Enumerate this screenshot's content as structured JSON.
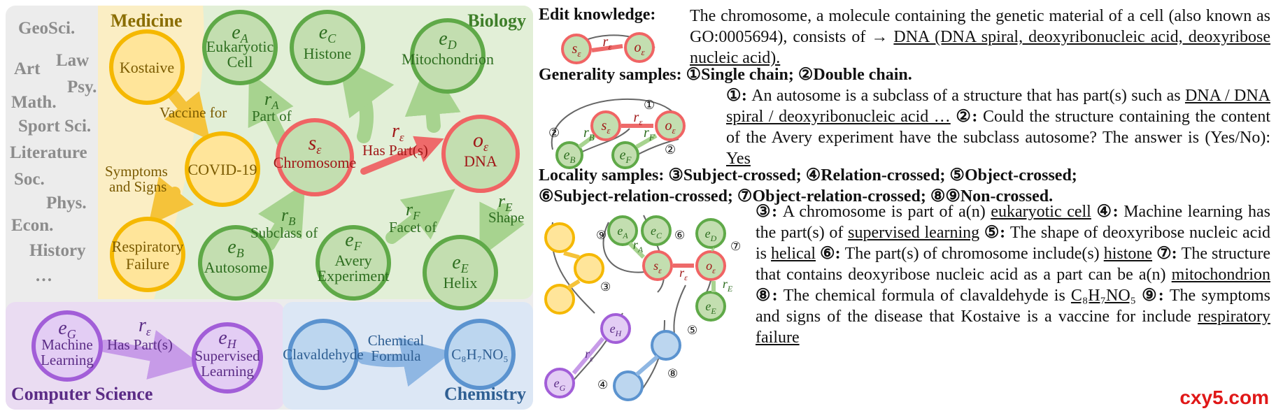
{
  "left": {
    "region_labels": {
      "medicine": "Medicine",
      "biology": "Biology",
      "computer_science": "Computer Science",
      "chemistry": "Chemistry"
    },
    "domains": [
      "GeoSci.",
      "Art",
      "Law",
      "Psy.",
      "Math.",
      "Sport Sci.",
      "Literature",
      "Soc.",
      "Phys.",
      "Econ.",
      "History",
      "…"
    ],
    "nodes": {
      "kostaive": "Kostaive",
      "covid": "COVID-19",
      "resp": "Respiratory",
      "resp2": "Failure",
      "eA_sym": "e",
      "eA_sub": "A",
      "eA_1": "Eukaryotic",
      "eA_2": "Cell",
      "eC_sym": "e",
      "eC_sub": "C",
      "eC_1": "Histone",
      "eD_sym": "e",
      "eD_sub": "D",
      "eD_1": "Mitochondrion",
      "s_sym": "s",
      "s_sub": "ε",
      "s_1": "Chromosome",
      "o_sym": "o",
      "o_sub": "ε",
      "o_1": "DNA",
      "eB_sym": "e",
      "eB_sub": "B",
      "eB_1": "Autosome",
      "eF_sym": "e",
      "eF_sub": "F",
      "eF_1": "Avery",
      "eF_2": "Experiment",
      "eE_sym": "e",
      "eE_sub": "E",
      "eE_1": "Helix",
      "eG_sym": "e",
      "eG_sub": "G",
      "eG_1": "Machine",
      "eG_2": "Learning",
      "eH_sym": "e",
      "eH_sub": "H",
      "eH_1": "Supervised",
      "eH_2": "Learning",
      "clav": "Clavaldehyde",
      "formula": "C₈H₇NO₅"
    },
    "edges": {
      "vaccine_for": "Vaccine for",
      "symptoms_1": "Symptoms",
      "symptoms_2": "and Signs",
      "rA_sym": "r",
      "rA_sub": "A",
      "part_of": "Part of",
      "re_sym": "r",
      "re_sub": "ε",
      "has_parts": "Has Part(s)",
      "rB_sym": "r",
      "rB_sub": "B",
      "subclass_of": "Subclass of",
      "rF_sym": "r",
      "rF_sub": "F",
      "facet_of": "Facet of",
      "rE_sym": "r",
      "rE_sub": "E",
      "shape": "Shape",
      "cs_re_sym": "r",
      "cs_re_sub": "ε",
      "cs_has_parts": "Has Part(s)",
      "chem_1": "Chemical",
      "chem_2": "Formula"
    }
  },
  "right": {
    "edit_title": "Edit knowledge:",
    "edit_text_1": "The chromosome, a molecule containing the genetic material of a cell (also known as GO:0005694), consists of → ",
    "edit_text_answer": "DNA (DNA spiral, deoxyribonucleic acid, deoxyribose nucleic acid).",
    "gen_title": "Generality samples: ",
    "gen_c1": "①Single chain; ",
    "gen_c2": "②Double chain.",
    "gen_p_1": "①: ",
    "gen_p_2": "An autosome is a subclass of a structure that has part(s) such as ",
    "gen_p_3": "DNA / DNA spiral / deoxyribonucleic acid …",
    "gen_p_4": "  ②: ",
    "gen_p_5": "Could the structure containing the content of the Avery experiment have the subclass autosome? The answer is (Yes/No): ",
    "gen_p_6": "Yes",
    "loc_title": "Locality samples: ",
    "loc_line1": "③Subject-crossed; ④Relation-crossed; ⑤Object-crossed;",
    "loc_line2": "⑥Subject-relation-crossed; ⑦Object-relation-crossed; ⑧⑨Non-crossed.",
    "loc_p": [
      {
        "k": "③: ",
        "t": "A chromosome is part of a(n) ",
        "a": "eukaryotic cell"
      },
      {
        "k": "  ④: ",
        "t": "Machine learning has the part(s) of ",
        "a": "supervised learning"
      },
      {
        "k": "  ⑤: ",
        "t": "The shape of deoxyribose nucleic acid is ",
        "a": "helical"
      },
      {
        "k": "  ⑥: ",
        "t": "The part(s) of chromosome include(s) ",
        "a": "histone"
      },
      {
        "k": "  ⑦: ",
        "t": "The structure that contains deoxyribose nucleic acid as a part can be a(n) ",
        "a": "mitochondrion"
      },
      {
        "k": " ⑧: ",
        "t": "The chemical formula of clavaldehyde is ",
        "a": "C₈H₇NO₅"
      },
      {
        "k": "  ⑨: ",
        "t": "The symptoms and signs of the disease that Kostaive is a vaccine for include ",
        "a": "respiratory failure"
      }
    ],
    "mini": {
      "s_sym": "s",
      "s_sub": "ε",
      "r_sym": "r",
      "r_sub": "ε",
      "o_sym": "o",
      "o_sub": "ε",
      "eB_sym": "e",
      "eB_sub": "B",
      "eF_sym": "e",
      "eF_sub": "F",
      "rB_sym": "r",
      "rB_sub": "B",
      "rF_sym": "r",
      "rF_sub": "F",
      "eA_sym": "e",
      "eA_sub": "A",
      "eC_sym": "e",
      "eC_sub": "C",
      "eD_sym": "e",
      "eD_sub": "D",
      "eE_sym": "e",
      "eE_sub": "E",
      "eG_sym": "e",
      "eG_sub": "G",
      "eH_sym": "e",
      "eH_sub": "H",
      "rA_sym": "r",
      "rA_sub": "A",
      "rE_sym": "r",
      "rE_sub": "E",
      "n1": "①",
      "n2": "②",
      "n3": "③",
      "n4": "④",
      "n5": "⑤",
      "n6": "⑥",
      "n7": "⑦",
      "n8": "⑧",
      "n9": "⑨"
    },
    "watermark": "cxy5.com"
  },
  "colors": {
    "medicine_bg": "#fbeec4",
    "biology_bg": "#e2efd7",
    "cs_bg": "#eadcf2",
    "chem_bg": "#dce7f5",
    "domains_bg": "#ececec",
    "yellow_fill": "#ffe59a",
    "yellow_stroke": "#f5b800",
    "green_fill": "#c3deb0",
    "green_stroke": "#5fa948",
    "red_stroke": "#f06464",
    "purple_fill": "#e3cdf4",
    "purple_stroke": "#a25ed8",
    "blue_fill": "#bcd6ef",
    "blue_stroke": "#5b93cf"
  }
}
